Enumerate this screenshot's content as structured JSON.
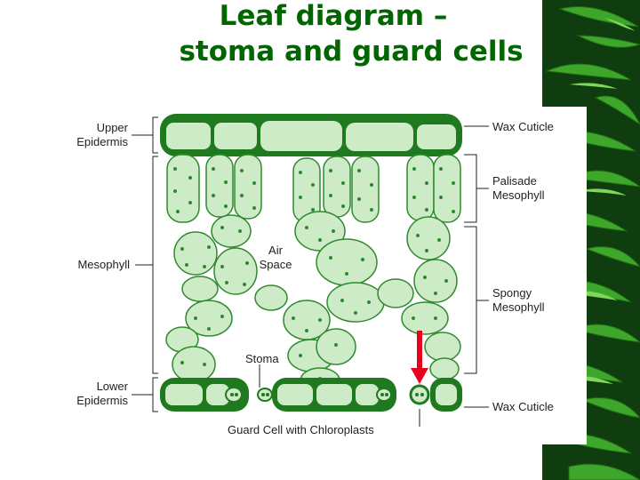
{
  "title": {
    "line1": "Leaf diagram –",
    "line2": "stoma and guard cells"
  },
  "labels": {
    "upper_epidermis_1": "Upper",
    "upper_epidermis_2": "Epidermis",
    "mesophyll": "Mesophyll",
    "lower_epidermis_1": "Lower",
    "lower_epidermis_2": "Epidermis",
    "air_space_1": "Air",
    "air_space_2": "Space",
    "stoma": "Stoma",
    "guard_cell": "Guard Cell with Chloroplasts",
    "wax_cuticle_top": "Wax Cuticle",
    "palisade_1": "Palisade",
    "palisade_2": "Mesophyll",
    "spongy_1": "Spongy",
    "spongy_2": "Mesophyll",
    "wax_cuticle_bottom": "Wax Cuticle"
  },
  "colors": {
    "title": "#006600",
    "cell_fill": "#cdebc6",
    "cell_stroke": "#2f8a2f",
    "cuticle": "#1f7a1f",
    "arrow": "#e8001c",
    "bamboo_bg": "#0f3d0f",
    "bamboo_leaf": "#3ea62a"
  },
  "icons": {
    "arrow": "red-down-arrow-icon",
    "background": "bamboo-leaves"
  }
}
